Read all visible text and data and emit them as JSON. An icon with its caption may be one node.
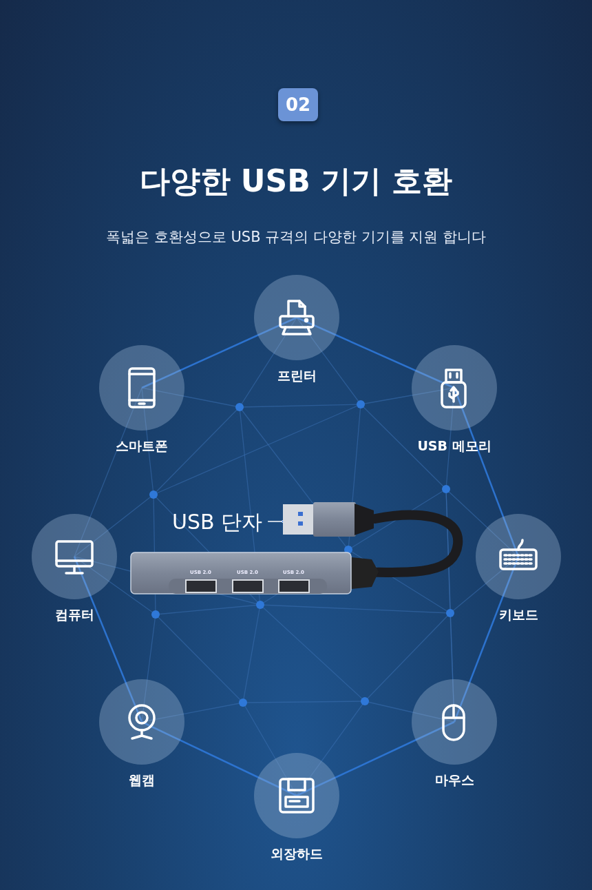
{
  "diagram": {
    "title": "다양한 USB 기기 호환",
    "nodes": [
      {
        "text": [
          "프린터"
        ]
      },
      {
        "text": [
          "USB 메모리"
        ]
      },
      {
        "text": [
          "키보드"
        ]
      },
      {
        "text": [
          "마우스"
        ]
      },
      {
        "text": [
          "외장하드"
        ]
      },
      {
        "text": [
          "웹캠"
        ]
      },
      {
        "text": [
          "컴퓨터"
        ]
      },
      {
        "text": [
          "스마트폰"
        ]
      },
      {
        "text": [
          "USB 단자"
        ]
      },
      {
        "text": [],
        "shape": "picture"
      }
    ],
    "edges": [
      {
        "from": 8,
        "to": 9,
        "arrow": "other"
      }
    ],
    "labels": [
      "02",
      "폭넓은 호환성으로 USB 규격의 다양한 기기를 지원 합니다",
      "USB 2.0",
      "USB 2.0",
      "USB 2.0"
    ]
  }
}
